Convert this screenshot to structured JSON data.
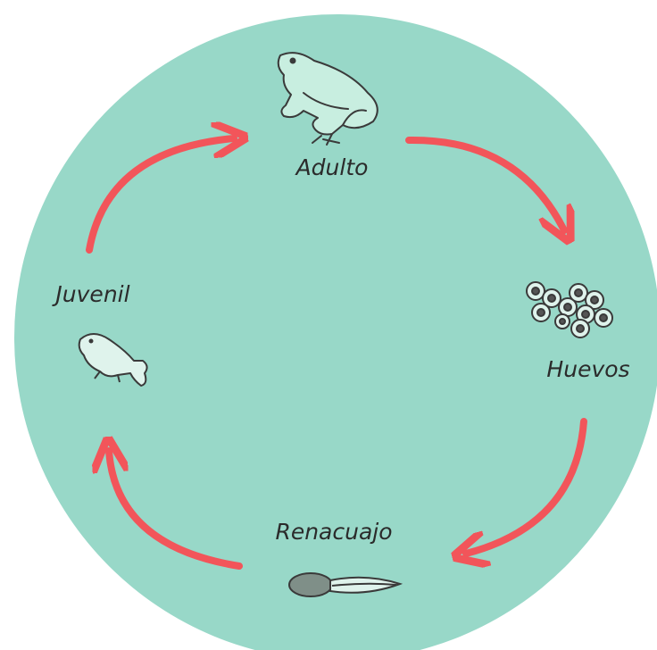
{
  "diagram": {
    "stages": {
      "adult": "Adulto",
      "eggs": "Huevos",
      "tadpole": "Renacuajo",
      "juvenile": "Juvenil"
    },
    "colors": {
      "circle": "#98d8c8",
      "arrow": "#f2555a",
      "ink": "#2b2b2b"
    }
  }
}
